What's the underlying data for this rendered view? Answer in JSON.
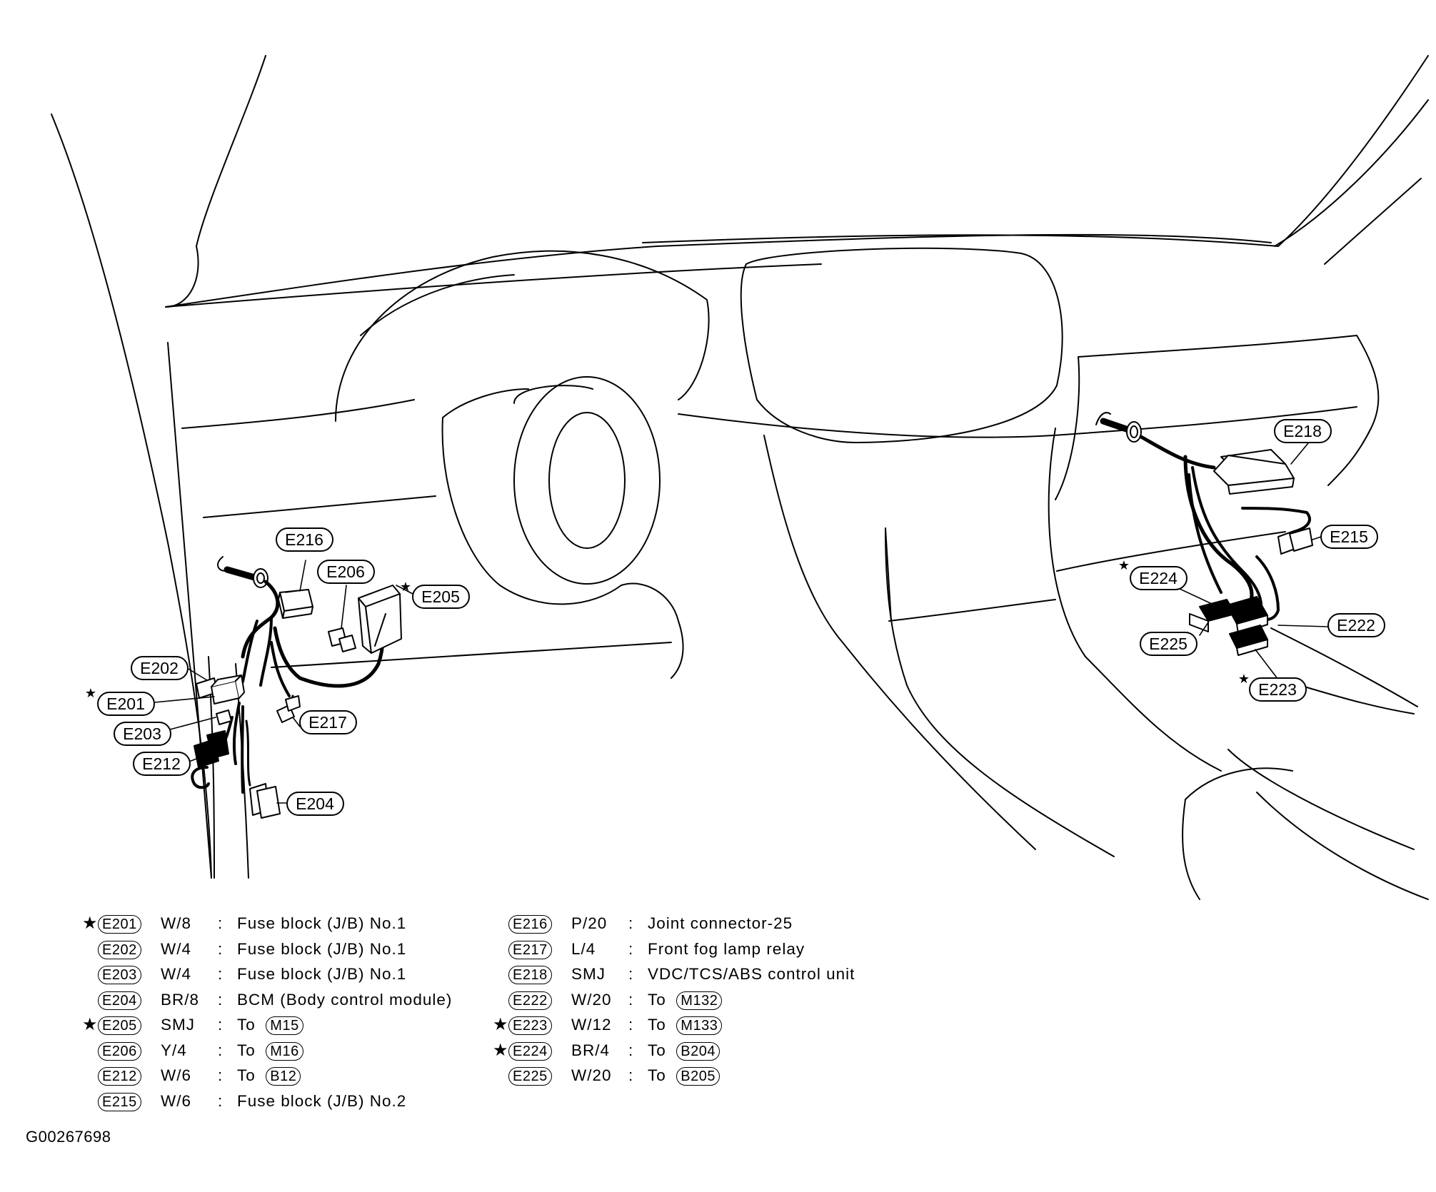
{
  "callouts": {
    "E201": "E201",
    "E202": "E202",
    "E203": "E203",
    "E204": "E204",
    "E205": "E205",
    "E206": "E206",
    "E212": "E212",
    "E215": "E215",
    "E216": "E216",
    "E217": "E217",
    "E218": "E218",
    "E222": "E222",
    "E223": "E223",
    "E224": "E224",
    "E225": "E225"
  },
  "star_symbol": "★",
  "legend_left": [
    {
      "star": true,
      "code": "E201",
      "spec": "W/8",
      "desc": "Fuse block (J/B) No.1",
      "to": ""
    },
    {
      "star": false,
      "code": "E202",
      "spec": "W/4",
      "desc": "Fuse block (J/B) No.1",
      "to": ""
    },
    {
      "star": false,
      "code": "E203",
      "spec": "W/4",
      "desc": "Fuse block (J/B) No.1",
      "to": ""
    },
    {
      "star": false,
      "code": "E204",
      "spec": "BR/8",
      "desc": "BCM (Body control module)",
      "to": ""
    },
    {
      "star": true,
      "code": "E205",
      "spec": "SMJ",
      "desc": "To",
      "to": "M15"
    },
    {
      "star": false,
      "code": "E206",
      "spec": "Y/4",
      "desc": "To",
      "to": "M16"
    },
    {
      "star": false,
      "code": "E212",
      "spec": "W/6",
      "desc": "To",
      "to": "B12"
    },
    {
      "star": false,
      "code": "E215",
      "spec": "W/6",
      "desc": "Fuse block (J/B) No.2",
      "to": ""
    }
  ],
  "legend_right": [
    {
      "star": false,
      "code": "E216",
      "spec": "P/20",
      "desc": "Joint connector-25",
      "to": ""
    },
    {
      "star": false,
      "code": "E217",
      "spec": "L/4",
      "desc": "Front fog lamp relay",
      "to": ""
    },
    {
      "star": false,
      "code": "E218",
      "spec": "SMJ",
      "desc": "VDC/TCS/ABS control unit",
      "to": ""
    },
    {
      "star": false,
      "code": "E222",
      "spec": "W/20",
      "desc": "To",
      "to": "M132"
    },
    {
      "star": true,
      "code": "E223",
      "spec": "W/12",
      "desc": "To",
      "to": "M133"
    },
    {
      "star": true,
      "code": "E224",
      "spec": "BR/4",
      "desc": "To",
      "to": "B204"
    },
    {
      "star": false,
      "code": "E225",
      "spec": "W/20",
      "desc": "To",
      "to": "B205"
    }
  ],
  "figure_id": "G00267698"
}
